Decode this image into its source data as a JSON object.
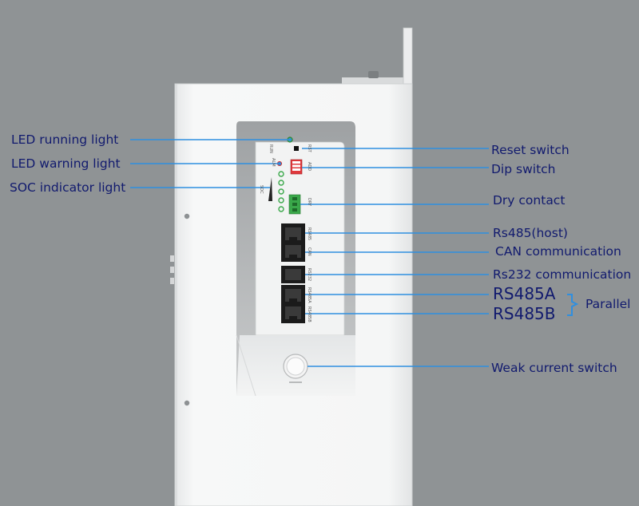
{
  "labels": {
    "led_running": "LED running light",
    "led_warning": "LED warning light",
    "soc_indicator": "SOC indicator light",
    "reset_switch": "Reset switch",
    "dip_switch": "Dip switch",
    "dry_contact": "Dry contact",
    "rs485_host": "Rs485(host)",
    "can_comm": "CAN communication",
    "rs232_comm": "Rs232 communication",
    "rs485a": "RS485A",
    "rs485b": "RS485B",
    "parallel": "Parallel",
    "weak_current_switch": "Weak current switch"
  },
  "panel_marks": {
    "run": "RUN",
    "alm": "ALM",
    "soc": "SOC",
    "rst": "RST",
    "add": "ADD",
    "dry": "DRY",
    "rs485": "RS485",
    "can": "CAN",
    "rs232": "RS232",
    "rs485a": "RS485A",
    "rs485b": "RS485B"
  },
  "colors": {
    "background": "#8f9395",
    "cabinet": "#f4f5f5",
    "leader_line": "#2f8fe0",
    "label_text": "#111a6e",
    "dip_switch": "#e0383c",
    "dry_contact": "#3aa84a"
  }
}
